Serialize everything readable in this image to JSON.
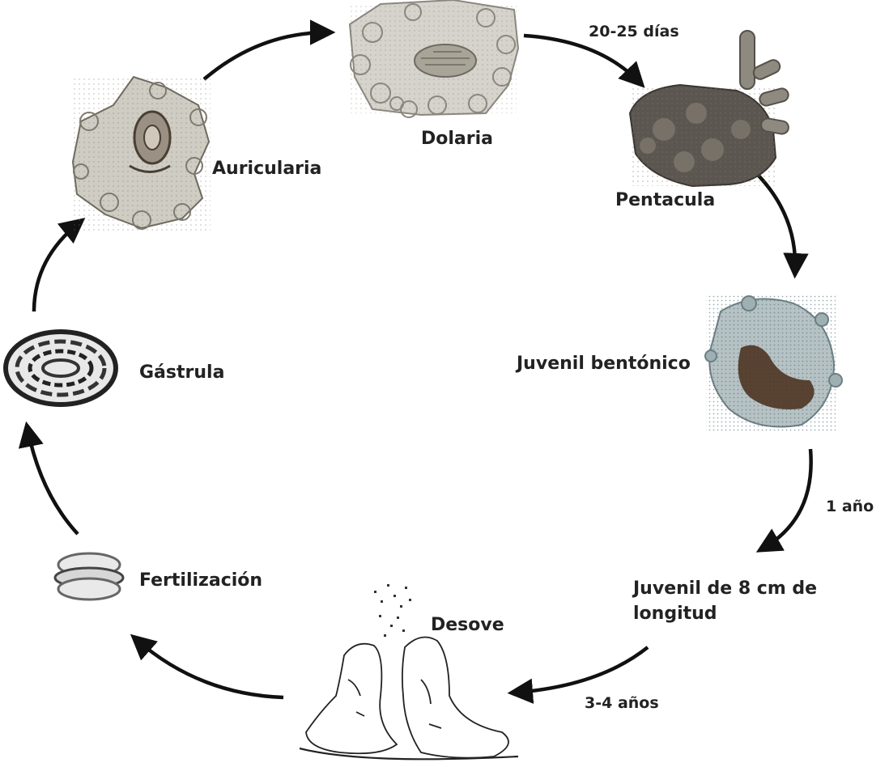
{
  "stages": {
    "dolaria": "Dolaria",
    "pentacula": "Pentacula",
    "juvenil_bentonico": "Juvenil bentónico",
    "juvenil_8cm_line1": "Juvenil de 8 cm de",
    "juvenil_8cm_line2": "longitud",
    "desove": "Desove",
    "fertilizacion": "Fertilización",
    "gastrula": "Gástrula",
    "auricularia": "Auricularia"
  },
  "durations": {
    "dolaria_to_pentacula": "20-25 días",
    "bentonico_to_juvenil": "1 año",
    "juvenil_to_desove": "3-4 años"
  },
  "colors": {
    "arrow": "#111111",
    "text": "#222222",
    "larva_light": "#c9c6bd",
    "larva_dark": "#4a3f33"
  }
}
